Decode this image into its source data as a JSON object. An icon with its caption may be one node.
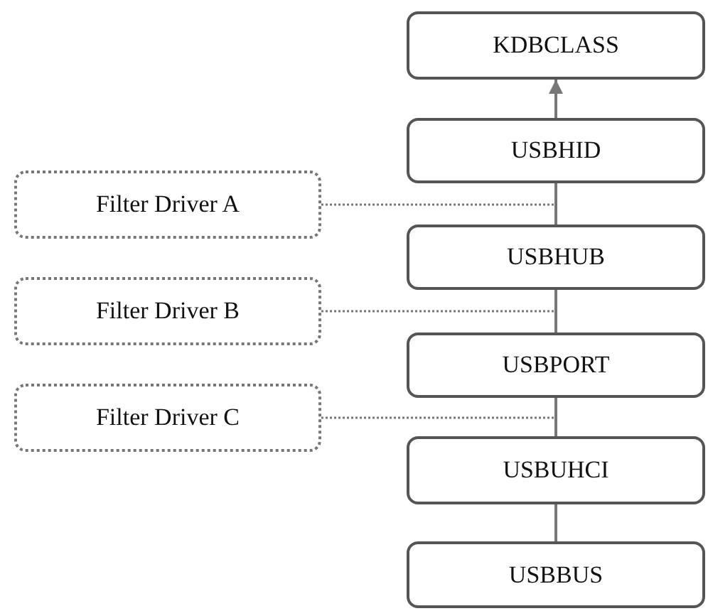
{
  "diagram": {
    "nodes": [
      {
        "text": [
          "KDBCLASS"
        ]
      },
      {
        "text": [
          "USBHID"
        ]
      },
      {
        "text": [
          "Filter Driver A"
        ]
      },
      {
        "text": [
          "USBHUB"
        ]
      },
      {
        "text": [
          "Filter Driver B"
        ]
      },
      {
        "text": [
          "USBPORT"
        ]
      },
      {
        "text": [
          "Filter Driver C"
        ]
      },
      {
        "text": [
          "USBUHCI"
        ]
      },
      {
        "text": [
          "USBBUS"
        ]
      }
    ],
    "edges": [
      {
        "from": 1,
        "to": 0,
        "arrow": "to"
      },
      {
        "from": 3,
        "to": 1,
        "arrow": "none"
      },
      {
        "from": 5,
        "to": 3,
        "arrow": "none"
      },
      {
        "from": 7,
        "to": 5,
        "arrow": "none"
      },
      {
        "from": 8,
        "to": 7,
        "arrow": "none"
      },
      {
        "from": 2,
        "to": null,
        "arrow": "none",
        "style": "dashed"
      },
      {
        "from": 4,
        "to": null,
        "arrow": "none",
        "style": "dashed"
      },
      {
        "from": 6,
        "to": null,
        "arrow": "none",
        "style": "dashed"
      }
    ]
  }
}
